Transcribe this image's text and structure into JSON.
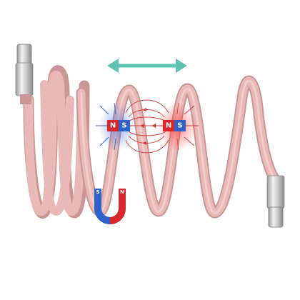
{
  "scene": {
    "subject": "magnetic-coiling-braided-usb-cable",
    "colors": {
      "background": "#ffffff",
      "cable": "#e8b9b7",
      "cable_shadow": "#c99693",
      "cable_highlight": "#f6d6d4",
      "connector_metal": "#d6d6d6",
      "arrow": "#5fc3b3",
      "north": "#d9262c",
      "south": "#2f62c9",
      "field_red": "#e23a3a",
      "field_blue": "#2f62c9"
    }
  },
  "magnets": {
    "left": {
      "north_label": "N",
      "south_label": "S"
    },
    "right": {
      "north_label": "N",
      "south_label": "S"
    }
  },
  "horseshoe": {
    "south_label": "S",
    "north_label": "N"
  },
  "icons": {
    "motion_arrow": "double-arrow-icon",
    "magnet": "horseshoe-magnet-icon"
  }
}
